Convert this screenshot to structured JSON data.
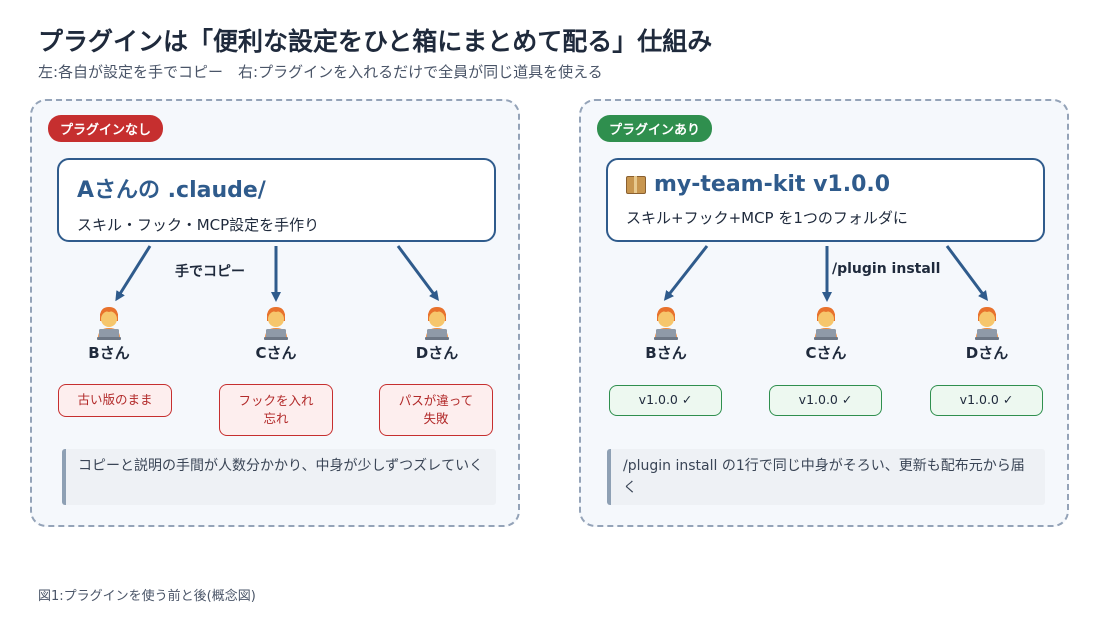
{
  "title": "プラグインは「便利な設定をひと箱にまとめて配る」仕組み",
  "subtitle": "左:各自が設定を手でコピー　右:プラグインを入れるだけで全員が同じ道具を使える",
  "colors": {
    "navy": "#2f5b8c",
    "red": "#c62f2f",
    "green": "#2f8f4e",
    "panel_bg": "#f5f8fc"
  },
  "left_panel": {
    "badge": "プラグインなし",
    "source_title": "Aさんの .claude/",
    "source_desc": "スキル・フック・MCP設定を手作り",
    "arrow_label": "手でコピー",
    "people": [
      {
        "name": "Bさん",
        "status": "古い版のまま"
      },
      {
        "name": "Cさん",
        "status": "フックを入れ忘れ"
      },
      {
        "name": "Dさん",
        "status": "パスが違って失敗"
      }
    ],
    "note": "コピーと説明の手間が人数分かかり、中身が少しずつズレていく"
  },
  "right_panel": {
    "badge": "プラグインあり",
    "source_icon": "package-icon",
    "source_title": "my-team-kit v1.0.0",
    "source_desc": "スキル+フック+MCP を1つのフォルダに",
    "arrow_label": "/plugin install",
    "people": [
      {
        "name": "Bさん",
        "status": "v1.0.0 ✓"
      },
      {
        "name": "Cさん",
        "status": "v1.0.0 ✓"
      },
      {
        "name": "Dさん",
        "status": "v1.0.0 ✓"
      }
    ],
    "note": "/plugin install の1行で同じ中身がそろい、更新も配布元から届く"
  },
  "caption": "図1:プラグインを使う前と後(概念図)"
}
